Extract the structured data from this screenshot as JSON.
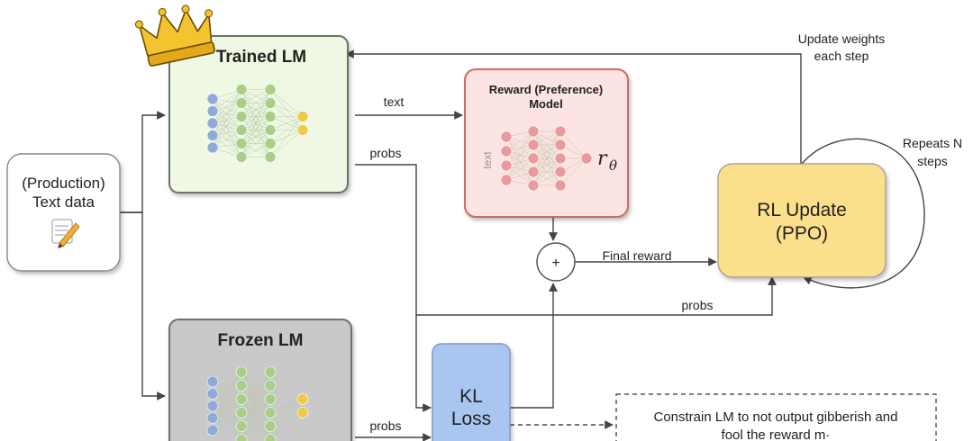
{
  "nodes": {
    "production_text_data": {
      "line1": "(Production)",
      "line2": "Text data"
    },
    "trained_lm": {
      "title": "Trained LM"
    },
    "frozen_lm": {
      "title": "Frozen LM"
    },
    "reward_model": {
      "line1": "Reward (Preference)",
      "line2": "Model",
      "input_label": "text",
      "output_symbol": "r",
      "output_subscript": "θ"
    },
    "rl_update": {
      "line1": "RL Update",
      "line2": "(PPO)"
    },
    "kl_loss": {
      "line1": "KL",
      "line2": "Loss"
    },
    "sum_node": {
      "symbol": "+"
    }
  },
  "edges": {
    "text": "text",
    "probs_trained": "probs",
    "probs_frozen": "probs",
    "probs_to_rl": "probs",
    "final_reward": "Final reward",
    "update_weights": {
      "line1": "Update weights",
      "line2": "each step"
    },
    "repeats": {
      "line1": "Repeats N",
      "line2": "steps"
    }
  },
  "note": {
    "line1": "Constrain LM to not output gibberish and",
    "line2": "fool the reward m·"
  },
  "colors": {
    "trained_lm_fill": "#eef8e2",
    "frozen_lm_fill": "#c9c9c9",
    "reward_model_fill": "#fbe4e2",
    "reward_model_border": "#d06a66",
    "rl_update_fill": "#fbdf8a",
    "kl_loss_fill": "#a8c6f0",
    "nn_green": "#a8cf87",
    "nn_pink": "#e89a9c",
    "nn_blue": "#8eaad8",
    "nn_yellow": "#f1c94a",
    "crown": "#f4c430"
  }
}
